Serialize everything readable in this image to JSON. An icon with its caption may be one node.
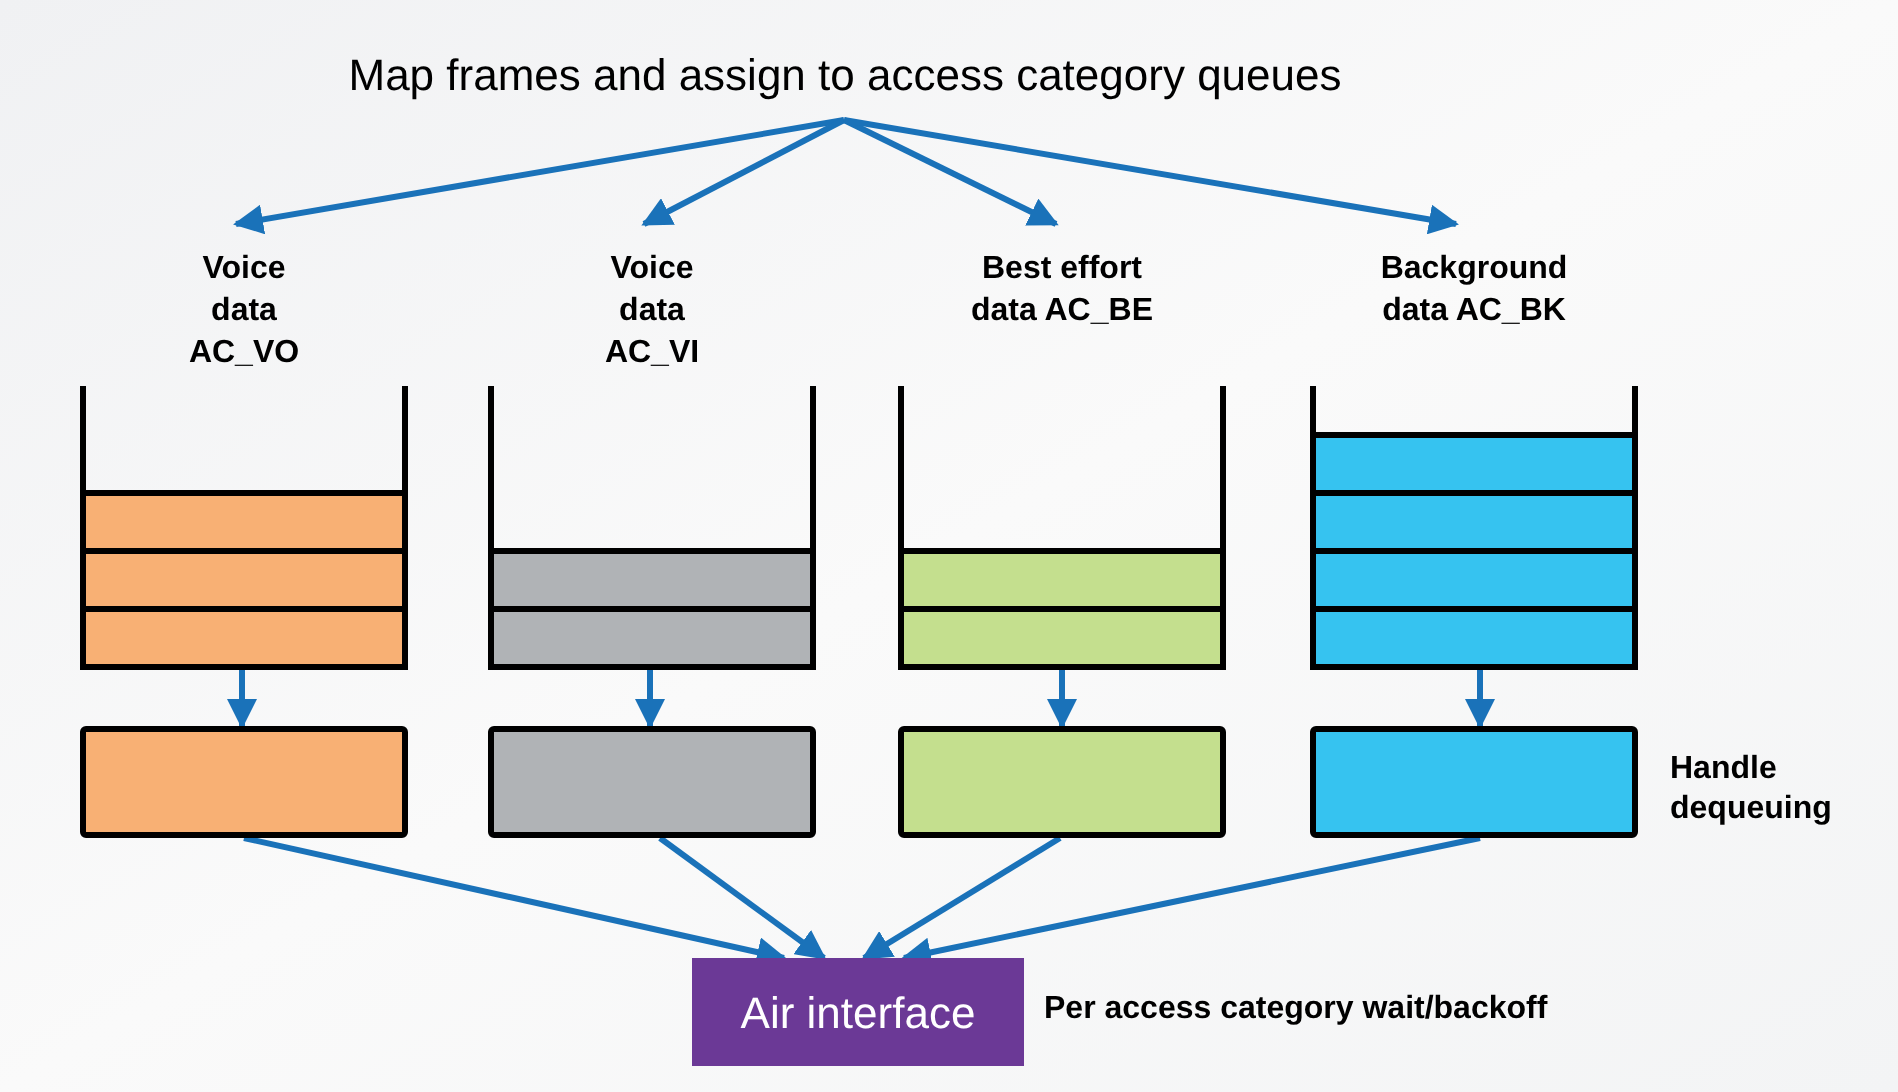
{
  "diagram": {
    "nodes": [
      {
        "text": [
          "Map frames and assign to access category queues"
        ]
      },
      {
        "text": [
          "Voice data AC_VO"
        ]
      },
      {
        "text": [],
        "shape": "bar",
        "in": 1
      },
      {
        "text": [],
        "shape": "bar",
        "in": 1
      },
      {
        "text": [],
        "shape": "bar",
        "in": 1
      },
      {
        "text": [
          "Voice data AC_VI"
        ]
      },
      {
        "text": [],
        "shape": "bar",
        "in": 5
      },
      {
        "text": [],
        "shape": "bar",
        "in": 5
      },
      {
        "text": [
          "Best effort data AC_BE"
        ]
      },
      {
        "text": [],
        "shape": "bar",
        "in": 8
      },
      {
        "text": [],
        "shape": "bar",
        "in": 8
      },
      {
        "text": [
          "Background data AC_BK"
        ]
      },
      {
        "text": [],
        "shape": "bar",
        "in": 11
      },
      {
        "text": [],
        "shape": "bar",
        "in": 11
      },
      {
        "text": [],
        "shape": "bar",
        "in": 11
      },
      {
        "text": [],
        "shape": "bar",
        "in": 11
      },
      {
        "text": [],
        "shape": "box"
      },
      {
        "text": [],
        "shape": "box"
      },
      {
        "text": [],
        "shape": "box"
      },
      {
        "text": [],
        "shape": "box"
      },
      {
        "text": [
          "Air interface"
        ],
        "beside": [
          "Per access category wait/backoff"
        ]
      }
    ],
    "edges": [
      {
        "from": 0,
        "to": 1,
        "arrow": "to"
      },
      {
        "from": 0,
        "to": 5,
        "arrow": "to"
      },
      {
        "from": 0,
        "to": 8,
        "arrow": "to"
      },
      {
        "from": 0,
        "to": 11,
        "arrow": "to"
      },
      {
        "from": 1,
        "to": 16,
        "arrow": "to"
      },
      {
        "from": 5,
        "to": 17,
        "arrow": "to"
      },
      {
        "from": 8,
        "to": 18,
        "arrow": "to"
      },
      {
        "from": 11,
        "to": 19,
        "arrow": "to"
      },
      {
        "from": 16,
        "to": 20,
        "arrow": "to"
      },
      {
        "from": 17,
        "to": 20,
        "arrow": "to"
      },
      {
        "from": 18,
        "to": 20,
        "arrow": "to"
      },
      {
        "from": 19,
        "to": 20,
        "arrow": "to"
      }
    ],
    "labels": [
      "Handle dequeuing"
    ]
  }
}
